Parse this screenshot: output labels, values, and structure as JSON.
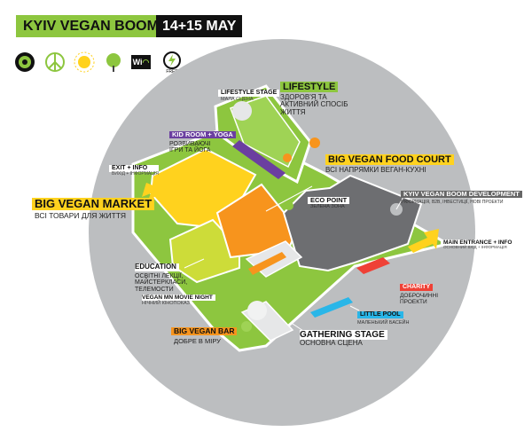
{
  "header": {
    "title": "KYIV VEGAN BOOM",
    "date": "14+15 MAY"
  },
  "partners": {
    "wifi_text": "Wi",
    "wifi_sub": "FREE"
  },
  "zones": {
    "lifestyle_stage": {
      "title": "LIFESTYLE STAGE",
      "sub": "МАЛА СЦЕНА"
    },
    "lifestyle": {
      "title": "LIFESTYLE",
      "sub1": "ЗДОРОВ'Я ТА",
      "sub2": "АКТИВНИЙ СПОСІБ",
      "sub3": "ЖИТТЯ"
    },
    "kid_room": {
      "title": "KID ROOM + YOGA",
      "sub1": "РОЗВИВАЮЧІ",
      "sub2": "ІГРИ ТА ЙОГА"
    },
    "food_court": {
      "title": "BIG VEGAN FOOD COURT",
      "sub": "ВСІ НАПРЯМКИ ВЕГАН-КУХНІ"
    },
    "exit_info": {
      "title": "EXIT + INFO",
      "sub": "ВИХІД + ІНФОРМАЦІЯ"
    },
    "market": {
      "title": "BIG VEGAN MARKET",
      "sub": "ВСІ ТОВАРИ ДЛЯ ЖИТТЯ"
    },
    "eco_point": {
      "title": "ECO POINT",
      "sub": "ЗЕЛЕНА ЗОНА"
    },
    "development": {
      "title": "KYIV VEGAN BOOM DEVELOPMENT",
      "sub": "ІНФОРМАЦІЯ, B2B, ІНВЕСТИЦІЇ, НОВІ ПРОЕКТИ"
    },
    "main_entrance": {
      "title": "MAIN ENTRANCE + INFO",
      "sub": "ОСНОВНИЙ ВХІД + ІНФОРМАЦІЯ"
    },
    "education": {
      "title": "EDUCATION",
      "sub1": "ОСВІТНІ ЛЕКЦІЇ,",
      "sub2": "МАЙСТЕРКЛАСИ,",
      "sub3": "ТЕЛЕМОСТИ"
    },
    "charity": {
      "title": "CHARITY",
      "sub1": "ДОБРОЧИННІ",
      "sub2": "ПРОЕКТИ"
    },
    "movie_night": {
      "title": "VEGAN MN MOVIE NIGHT",
      "sub": "НІЧНИЙ КІНОПОКАЗ"
    },
    "little_pool": {
      "title": "LITTLE POOL",
      "sub": "МАЛЕНЬКИЙ БАСЕЙН"
    },
    "vegan_bar": {
      "title": "BIG VEGAN BAR",
      "sub": "ДОБРЕ В МІРУ"
    },
    "gathering_stage": {
      "title": "GATHERING STAGE",
      "sub": "ОСНОВНА СЦЕНА"
    }
  },
  "colors": {
    "circle": "#bcbec0",
    "green": "#8dc63f",
    "yellow": "#ffd21e",
    "lime": "#cddc39",
    "orange": "#f7941d",
    "purple": "#6b3fa0",
    "gray": "#6d6e71",
    "red": "#ef4136",
    "blue": "#29b6e8"
  }
}
